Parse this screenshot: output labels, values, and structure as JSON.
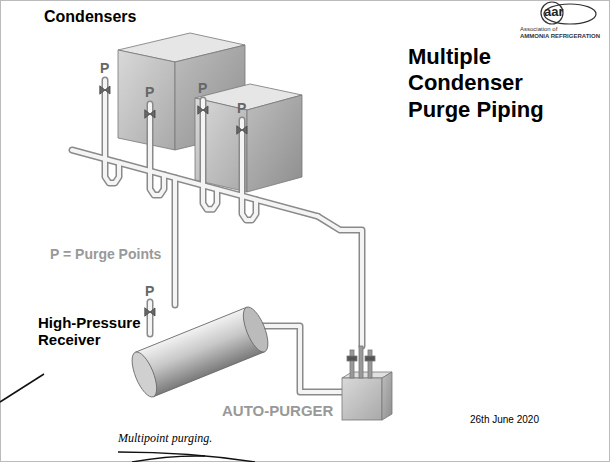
{
  "diagram": {
    "title": "Multiple Condenser Purge Piping",
    "caption": "Multipoint purging.",
    "labels": [
      "aar",
      "Association of",
      "AMMONIA REFRIGERATION",
      "Condensers",
      "P",
      "P",
      "P",
      "P",
      "P = Purge Points",
      "P",
      "High-Pressure Receiver",
      "AUTO-PURGER",
      "26th June 2020"
    ]
  }
}
